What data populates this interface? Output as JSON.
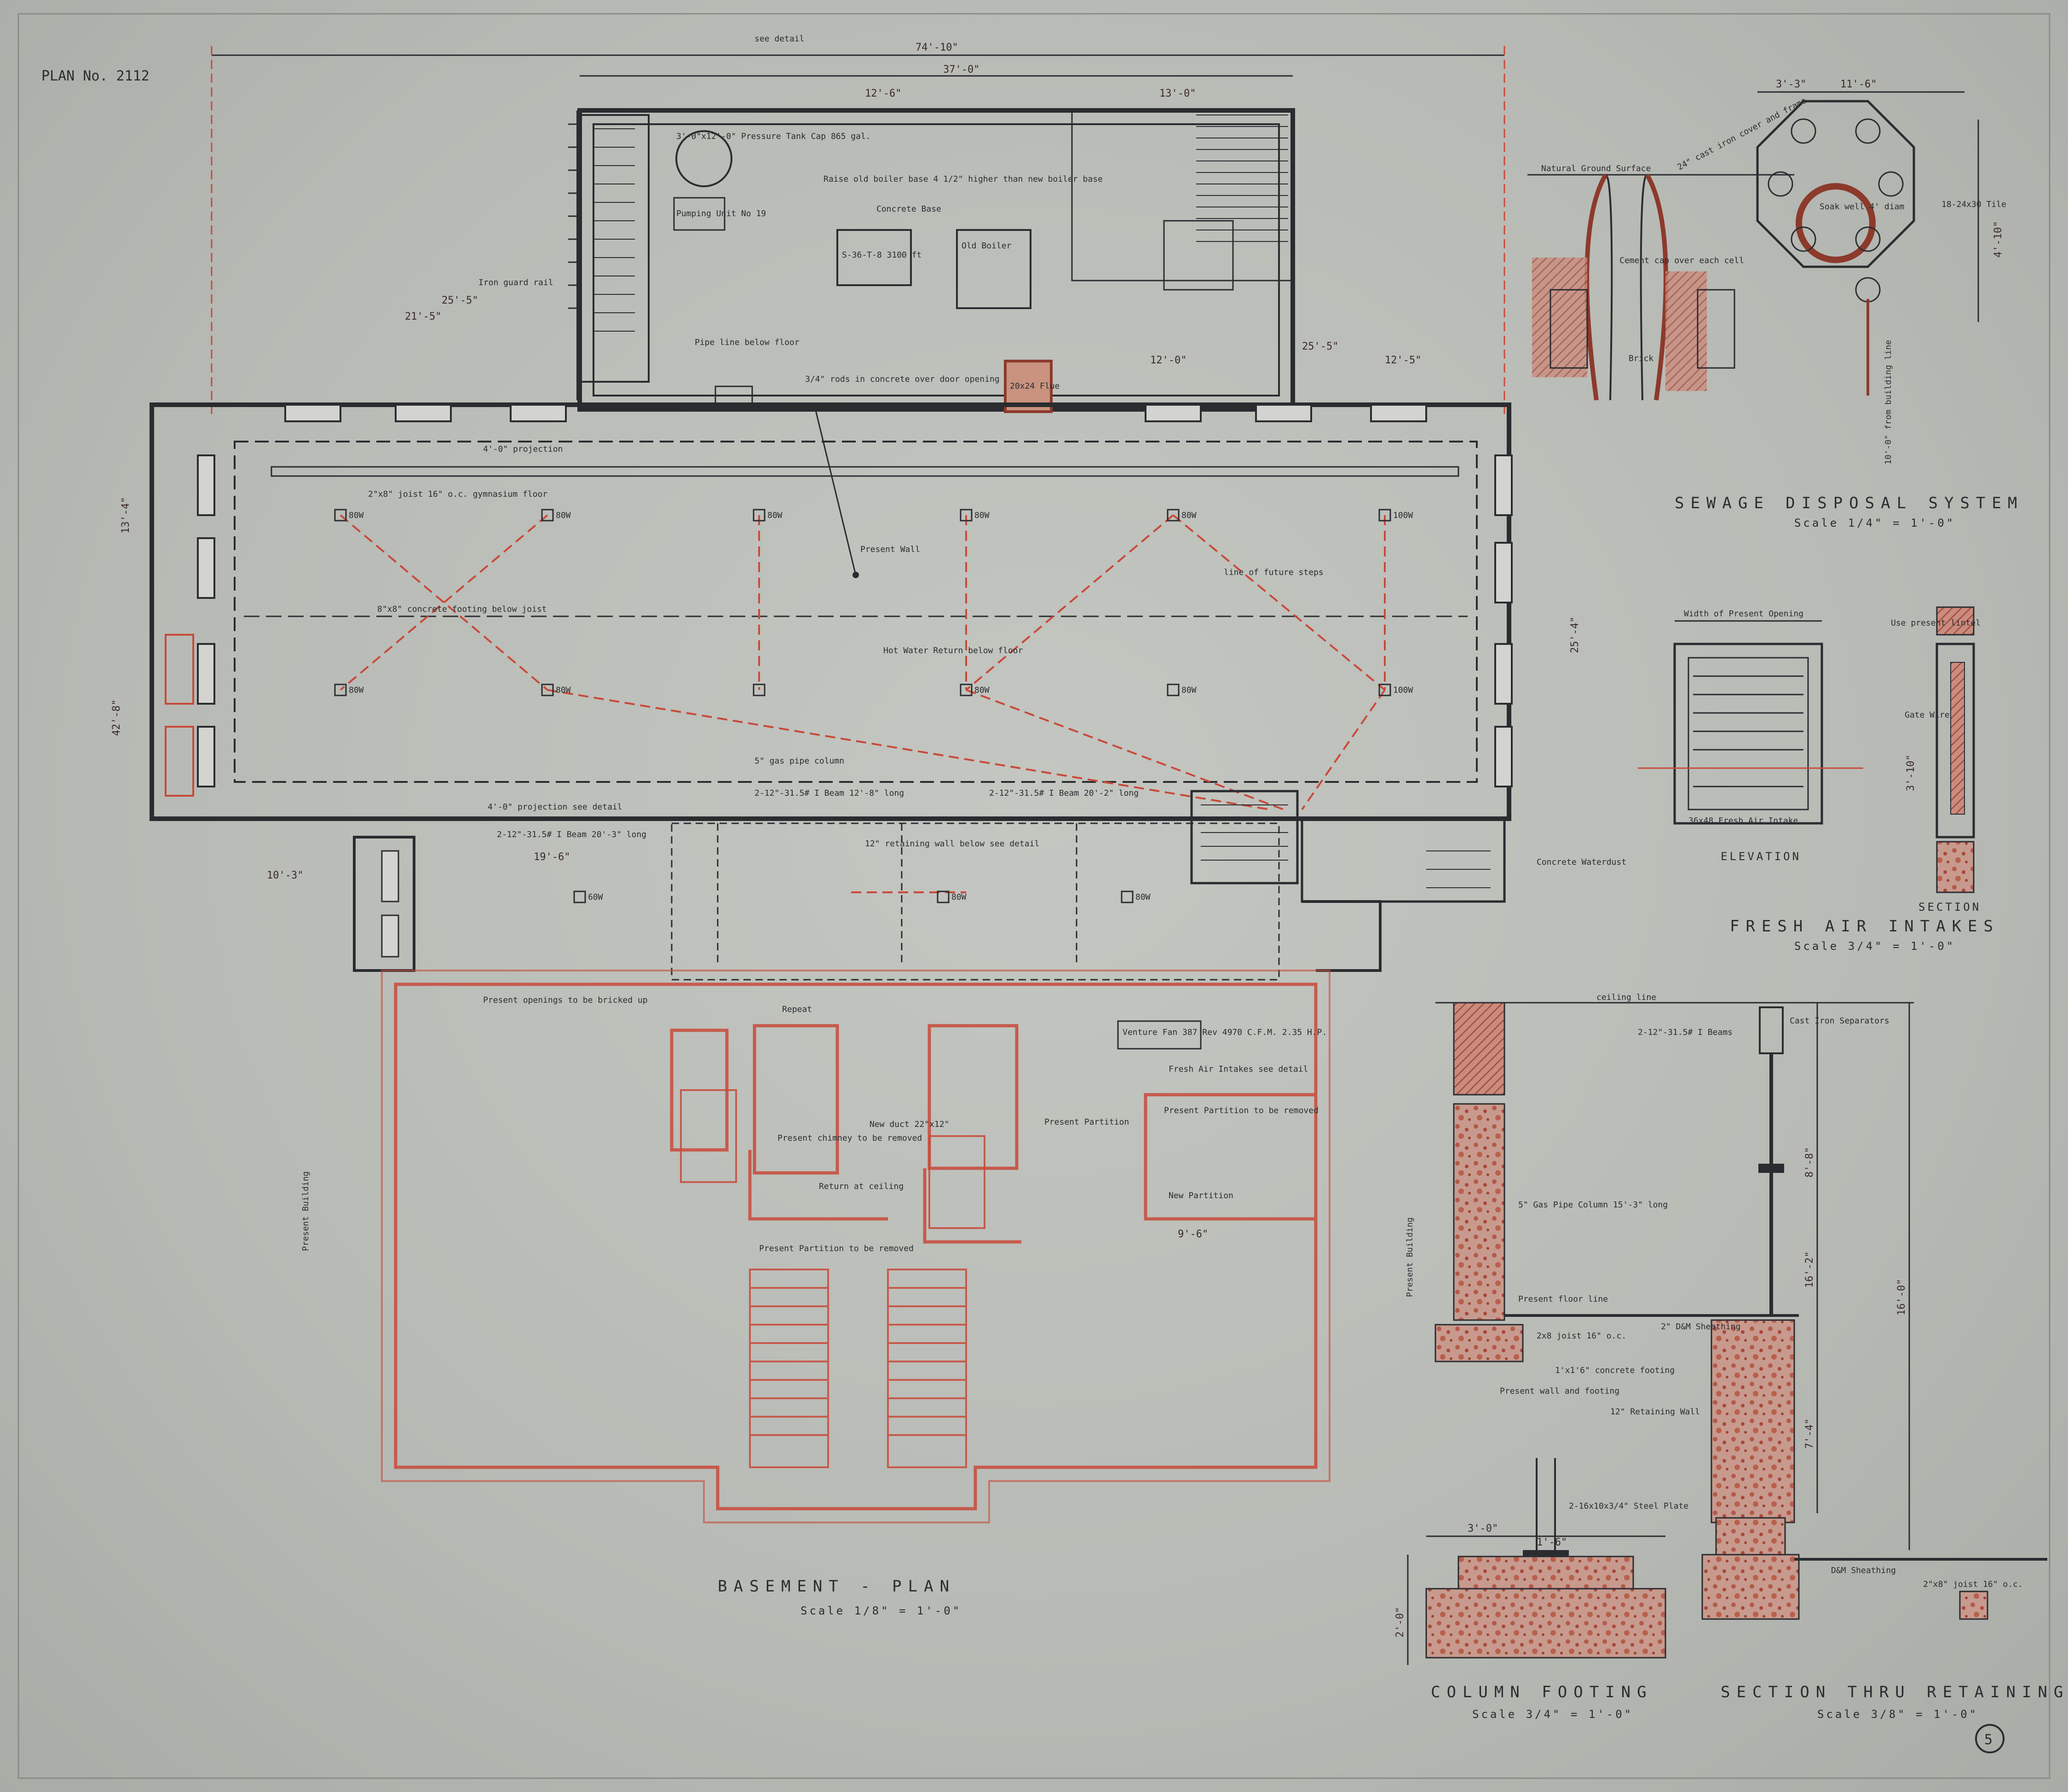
{
  "sheet": {
    "plan_number": "PLAN No. 2112",
    "sheet_number": "5",
    "colors": {
      "paper": "#b9bbb6",
      "ink": "#2a2c30",
      "red_ink": "#c84a3a",
      "brick": "#b45a48"
    }
  },
  "basement_plan": {
    "title": "BASEMENT - PLAN",
    "scale": "Scale 1/8\" = 1'-0\"",
    "dims": {
      "overall": "74'-10\"",
      "upper": "37'-0\"",
      "d1": "13'-0\"",
      "d2": "12'-6\"",
      "d3": "25'-5\"",
      "d4": "21'-5\"",
      "d5": "25'-5\"",
      "d6": "12'-0\"",
      "d7": "12'-5\"",
      "d8": "42'-8\"",
      "d9": "25'-4\"",
      "d10": "13'-4\"",
      "d11": "19'-6\"",
      "d12": "9'-6\"",
      "d13": "10'-3\""
    },
    "notes": {
      "see_detail": "see detail",
      "tank": "3'-0\"x12'-0\" Pressure Tank Cap 865 gal.",
      "pump": "Pumping Unit No 19",
      "raise_boiler": "Raise old boiler base 4 1/2\" higher than new boiler base",
      "concrete_base": "Concrete Base",
      "boiler": "S-36-T-8 3100 ft",
      "old_boiler": "Old Boiler",
      "flue": "20x24 Flue",
      "guard_rail": "Iron guard rail",
      "pipe_line": "Pipe line below floor",
      "rods": "3/4\" rods in concrete over door opening",
      "projection": "4'-0\" projection",
      "joists": "2\"x8\" joist 16\" o.c. gymnasium floor",
      "footing": "8\"x8\" concrete footing below joist",
      "present_wall": "Present Wall",
      "hot_water": "Hot Water Return below floor",
      "line_of_future": "line of future steps",
      "gas_pipe": "5\" gas pipe column",
      "beam1": "2-12\"-31.5# I Beam 12'-8\" long",
      "beam2": "2-12\"-31.5# I Beam 20'-2\" long",
      "beam3": "2-12\"-31.5# I Beam 20'-3\" long",
      "retaining": "12\" retaining wall below see detail",
      "projection2": "4'-0\" projection see detail",
      "waterdust": "Concrete Waterdust",
      "bricked_up": "Present openings to be bricked up",
      "repeat": "Repeat",
      "new_duct": "New duct 22\"x12\"",
      "fan": "Venture Fan 387 Rev 4970 C.F.M. 2.35 H.P.",
      "present_partition": "Present Partition",
      "partition_removed": "Present Partition to be removed",
      "new_partition": "New Partition",
      "fresh_air": "Fresh Air Intakes see detail",
      "return_ceiling": "Return at ceiling",
      "partition_removed2": "Present Partition to be removed",
      "present_building": "Present Building",
      "chimney": "Present chimney to be removed",
      "lamp_80": "80W",
      "lamp_100": "100W",
      "lamp_60": "60W"
    }
  },
  "sewage": {
    "title": "SEWAGE DISPOSAL SYSTEM",
    "scale": "Scale 1/4\" = 1'-0\"",
    "notes": {
      "ground": "Natural Ground Surface",
      "cap": "Cement cap over each cell",
      "brick": "Brick",
      "manhole": "24\" cast iron cover and frame",
      "soak": "Soak well 4' diam",
      "tile": "18-24x30 Tile",
      "from_line": "10'-0\" from building line",
      "dim1": "11'-6\"",
      "dim2": "4'-10\"",
      "dim3": "3'-3\""
    }
  },
  "fresh_air": {
    "title": "FRESH AIR INTAKES",
    "scale": "Scale 3/4\" = 1'-0\"",
    "elevation": "ELEVATION",
    "section": "SECTION",
    "notes": {
      "width": "Width of Present Opening",
      "lintel": "Use present lintel",
      "intake": "36x48 Fresh Air Intake",
      "gate": "Gate Wire",
      "height": "3'-10\""
    }
  },
  "retaining_wall": {
    "title": "SECTION THRU RETAINING WALL",
    "scale": "Scale 3/8\" = 1'-0\"",
    "notes": {
      "ceiling": "ceiling line",
      "beams": "2-12\"-31.5# I Beams",
      "separators": "Cast Iron Separators",
      "column": "5\" Gas Pipe Column 15'-3\" long",
      "floor": "Present floor line",
      "joist": "2x8 joist 16\" o.c.",
      "sheathing": "2\" D&M Sheathing",
      "footing": "1'x1'6\" concrete footing",
      "wall_footing": "Present wall and footing",
      "retaining": "12\" Retaining Wall",
      "building": "Present Building",
      "dm": "D&M Sheathing",
      "joist2": "2\"x8\" joist 16\" o.c.",
      "d1": "8'-8\"",
      "d2": "16'-2\"",
      "d3": "7'-4\"",
      "d4": "16'-0\""
    }
  },
  "column_footing": {
    "title": "COLUMN FOOTING",
    "scale": "Scale 3/4\" = 1'-0\"",
    "notes": {
      "plate": "2-16x10x3/4\" Steel Plate",
      "w1": "3'-0\"",
      "w2": "1'-6\"",
      "h": "2'-0\""
    }
  }
}
